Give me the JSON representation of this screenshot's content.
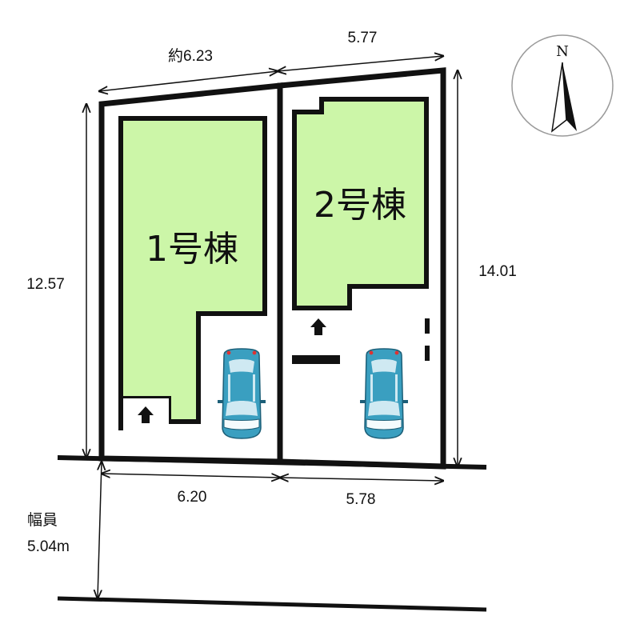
{
  "lots": {
    "lot1": {
      "label": "1号棟",
      "top_width": "約6.23",
      "bottom_width": "6.20",
      "side_depth": "12.57"
    },
    "lot2": {
      "label": "2号棟",
      "top_width": "5.77",
      "bottom_width": "5.78",
      "side_depth": "14.01"
    }
  },
  "road": {
    "width_label": "幅員",
    "width_value": "5.04m"
  },
  "compass": {
    "north_label": "N"
  },
  "colors": {
    "building": "#ccf6a8",
    "car_body": "#3a9fc0",
    "car_window": "#cfe9f2",
    "line": "#111111"
  },
  "icons": [
    "entrance-arrow-icon",
    "car-icon",
    "compass-icon"
  ]
}
